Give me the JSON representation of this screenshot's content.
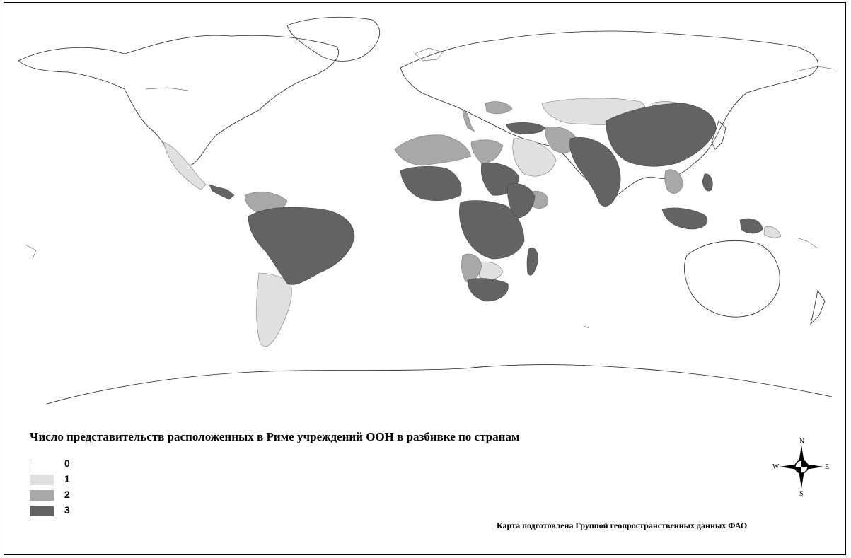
{
  "map": {
    "title": "Число представительств расположенных в Риме учреждений ООН в разбивке по странам",
    "legend": [
      {
        "label": "0",
        "color": "#ffffff"
      },
      {
        "label": "1",
        "color": "#e0e0e0"
      },
      {
        "label": "2",
        "color": "#a8a8a8"
      },
      {
        "label": "3",
        "color": "#636363"
      }
    ],
    "credit": "Карта подготовлена Группой геопространственных данных ФАО",
    "compass": {
      "n": "N",
      "s": "S",
      "e": "E",
      "w": "W"
    }
  }
}
